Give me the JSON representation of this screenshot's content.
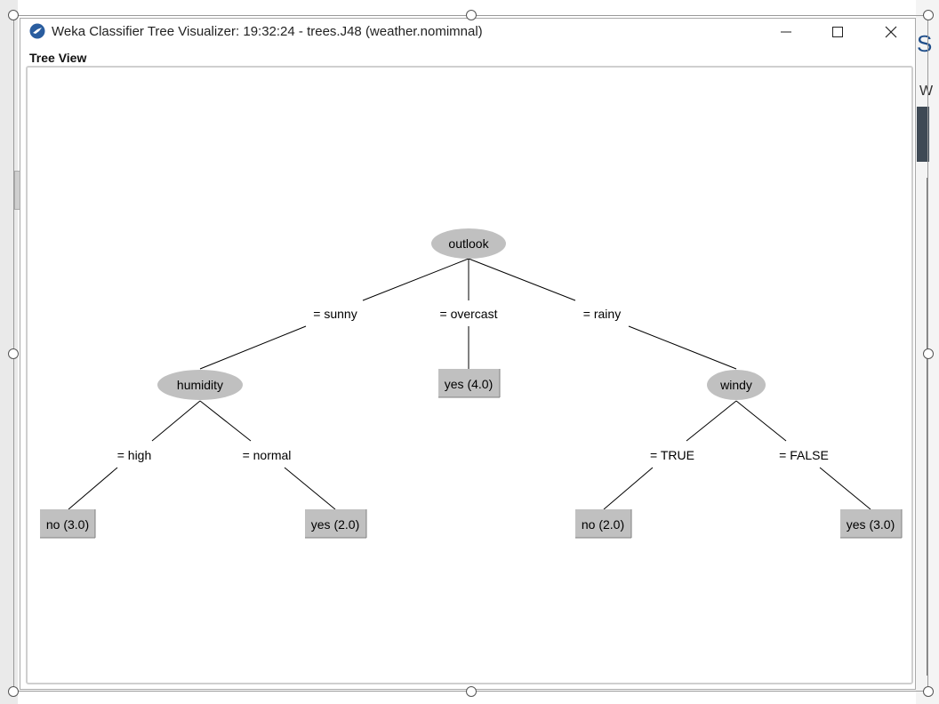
{
  "window": {
    "title": "Weka Classifier Tree Visualizer: 19:32:24 - trees.J48 (weather.nomimnal)",
    "icon": "weka-bird-icon",
    "controls": [
      "minimize-icon",
      "maximize-icon",
      "close-icon"
    ]
  },
  "panel": {
    "label": "Tree View"
  },
  "tree": {
    "nodes": {
      "outlook": "outlook",
      "humidity": "humidity",
      "windy": "windy",
      "leaf_overcast": "yes (4.0)",
      "leaf_high": "no (3.0)",
      "leaf_normal": "yes (2.0)",
      "leaf_true": "no (2.0)",
      "leaf_false": "yes (3.0)"
    },
    "edges": {
      "sunny": "= sunny",
      "overcast": "= overcast",
      "rainy": "= rainy",
      "high": "= high",
      "normal": "= normal",
      "true": "= TRUE",
      "false": "= FALSE"
    }
  },
  "colors": {
    "node_fill": "#c0c0c0",
    "leaf_fill": "#c0c0c0",
    "edge": "#000000"
  }
}
